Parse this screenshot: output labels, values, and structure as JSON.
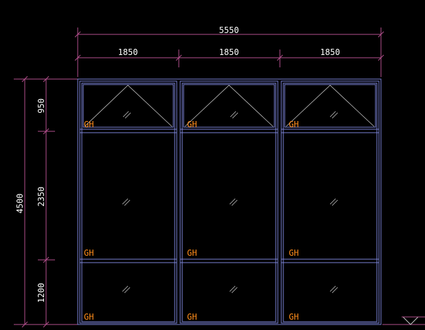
{
  "colors": {
    "background": "#000000",
    "dimension_line": "#b5508e",
    "frame_line": "#7a82d6",
    "glass_line": "#c8c8c8",
    "text": "#ffffff",
    "tag": "#ff8c1a"
  },
  "dimensions": {
    "overall_width": "5550",
    "bay_widths": [
      "1850",
      "1850",
      "1850"
    ],
    "overall_height": "4500",
    "segment_heights": [
      "950",
      "2350",
      "1200"
    ]
  },
  "bays": [
    {
      "transom_tag": "GH",
      "middle_tag": "GH",
      "bottom_tag": "GH"
    },
    {
      "transom_tag": "GH",
      "middle_tag": "GH",
      "bottom_tag": "GH"
    },
    {
      "transom_tag": "GH",
      "middle_tag": "GH",
      "bottom_tag": "GH"
    }
  ]
}
